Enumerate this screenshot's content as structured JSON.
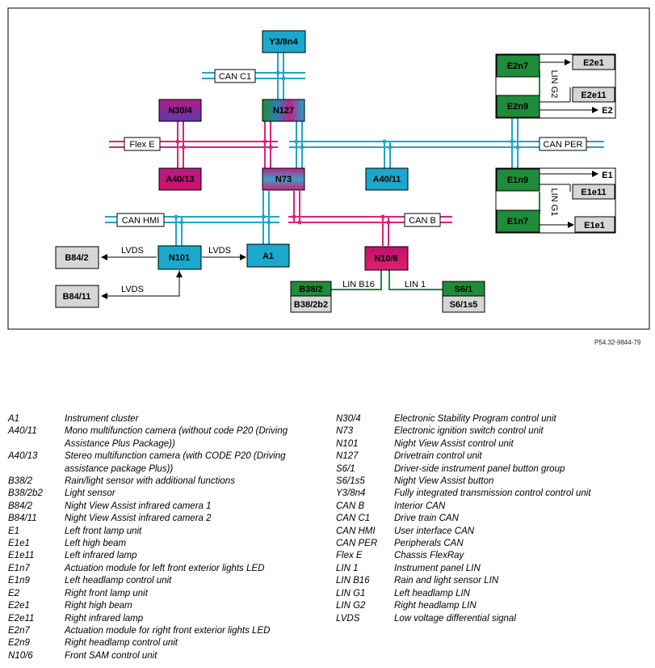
{
  "figure_id": "P54.32-9844-79",
  "colors": {
    "can": "#1aa8cc",
    "flexray": "#e0207a",
    "lin": "#1e8c3a",
    "green": "#1e8c3a",
    "gray": "#d6d6d6",
    "teal": "#1aa8cc",
    "magenta": "#cc1070"
  },
  "diagram": {
    "nodes": {
      "y3_8n4": "Y3/8n4",
      "n30_4": "N30/4",
      "n127": "N127",
      "a40_13": "A40/13",
      "n73": "N73",
      "a40_11": "A40/11",
      "b84_2": "B84/2",
      "n101": "N101",
      "a1": "A1",
      "b84_11": "B84/11",
      "n10_6": "N10/6",
      "b38_2": "B38/2",
      "b38_2b2": "B38/2b2",
      "s6_1": "S6/1",
      "s6_1s5": "S6/1s5",
      "e2n7": "E2n7",
      "e2n9": "E2n9",
      "e2e1": "E2e1",
      "e2e11": "E2e11",
      "e2": "E2",
      "e1n9": "E1n9",
      "e1n7": "E1n7",
      "e1": "E1",
      "e1e11": "E1e11",
      "e1e1": "E1e1"
    },
    "buses": {
      "can_c1": "CAN C1",
      "flex_e": "Flex E",
      "can_per": "CAN PER",
      "can_hmi": "CAN HMI",
      "can_b": "CAN B"
    },
    "links": {
      "lvds_b842": "LVDS",
      "lvds_a1": "LVDS",
      "lvds_b8411": "LVDS",
      "lin_b16": "LIN B16",
      "lin_1": "LIN 1",
      "lin_g2": "LIN G2",
      "lin_g1": "LIN G1"
    }
  },
  "legend": {
    "left": [
      {
        "code": "A1",
        "desc": "Instrument cluster"
      },
      {
        "code": "A40/11",
        "desc": "Mono multifunction camera (without code P20 (Driving Assistance Plus Package))"
      },
      {
        "code": "A40/13",
        "desc": "Stereo multifunction camera (with CODE P20 (Driving assistance package Plus))"
      },
      {
        "code": "B38/2",
        "desc": "Rain/light sensor with additional functions"
      },
      {
        "code": "B38/2b2",
        "desc": "Light sensor"
      },
      {
        "code": "B84/2",
        "desc": "Night View Assist infrared camera 1"
      },
      {
        "code": "B84/11",
        "desc": "Night View Assist infrared camera 2"
      },
      {
        "code": "E1",
        "desc": "Left front lamp unit"
      },
      {
        "code": "E1e1",
        "desc": "Left high beam"
      },
      {
        "code": "E1e11",
        "desc": "Left infrared lamp"
      },
      {
        "code": "E1n7",
        "desc": "Actuation module for left front exterior lights LED"
      },
      {
        "code": "E1n9",
        "desc": "Left headlamp control unit"
      },
      {
        "code": "E2",
        "desc": "Right front lamp unit"
      },
      {
        "code": "E2e1",
        "desc": "Right high beam"
      },
      {
        "code": "E2e11",
        "desc": "Right infrared lamp"
      },
      {
        "code": "E2n7",
        "desc": "Actuation module for right front exterior lights LED"
      },
      {
        "code": "E2n9",
        "desc": "Right headlamp control unit"
      },
      {
        "code": "N10/6",
        "desc": "Front SAM control unit"
      }
    ],
    "right": [
      {
        "code": "N30/4",
        "desc": "Electronic Stability Program control unit"
      },
      {
        "code": "N73",
        "desc": "Electronic ignition switch control unit"
      },
      {
        "code": "N101",
        "desc": "Night View Assist control unit"
      },
      {
        "code": "N127",
        "desc": "Drivetrain control unit"
      },
      {
        "code": "S6/1",
        "desc": "Driver-side instrument panel button group"
      },
      {
        "code": "S6/1s5",
        "desc": "Night View Assist button"
      },
      {
        "code": "Y3/8n4",
        "desc": "Fully integrated transmission control control unit"
      },
      {
        "code": "CAN B",
        "desc": "Interior CAN"
      },
      {
        "code": "CAN C1",
        "desc": "Drive train CAN"
      },
      {
        "code": "CAN HMI",
        "desc": "User interface CAN"
      },
      {
        "code": "CAN PER",
        "desc": "Peripherals CAN"
      },
      {
        "code": "Flex E",
        "desc": "Chassis FlexRay"
      },
      {
        "code": "LIN 1",
        "desc": "Instrument panel LIN"
      },
      {
        "code": "LIN B16",
        "desc": "Rain and light sensor LIN"
      },
      {
        "code": "LIN G1",
        "desc": "Left headlamp LIN"
      },
      {
        "code": "LIN G2",
        "desc": "Right headlamp LIN"
      },
      {
        "code": "LVDS",
        "desc": "Low voltage differential signal"
      }
    ]
  }
}
